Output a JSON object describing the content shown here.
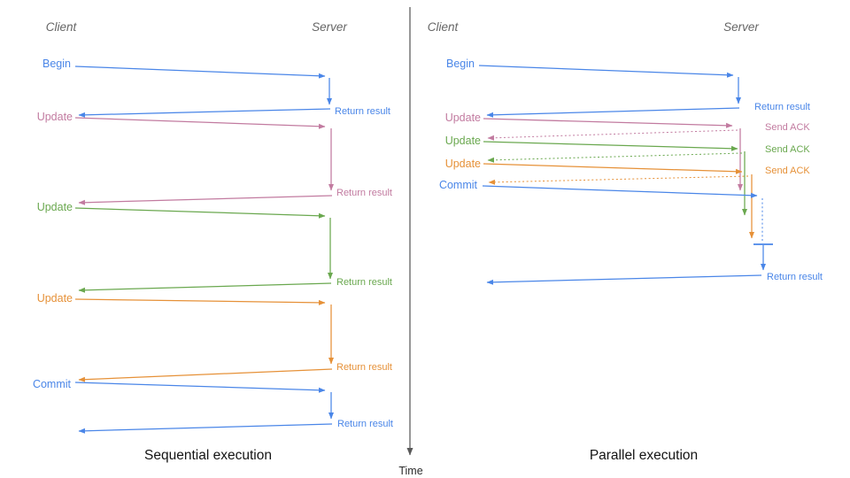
{
  "diagram": {
    "time_axis_label": "Time",
    "colors": {
      "blue": "#4a86e8",
      "pink": "#c27ba0",
      "green": "#6aa84f",
      "orange": "#e69138",
      "axis": "#595959",
      "header_gray": "#666666",
      "caption_black": "#141414"
    },
    "left": {
      "caption": "Sequential execution",
      "client_header": "Client",
      "server_header": "Server",
      "messages": [
        {
          "label": "Begin",
          "color": "blue",
          "response": "Return result"
        },
        {
          "label": "Update",
          "color": "pink",
          "response": "Return result"
        },
        {
          "label": "Update",
          "color": "green",
          "response": "Return result"
        },
        {
          "label": "Update",
          "color": "orange",
          "response": "Return result"
        },
        {
          "label": "Commit",
          "color": "blue",
          "response": "Return result"
        }
      ]
    },
    "right": {
      "caption": "Parallel execution",
      "client_header": "Client",
      "server_header": "Server",
      "messages": [
        {
          "label": "Begin",
          "color": "blue",
          "response": "Return result"
        },
        {
          "label": "Update",
          "color": "pink",
          "response": "Send ACK"
        },
        {
          "label": "Update",
          "color": "green",
          "response": "Send ACK"
        },
        {
          "label": "Update",
          "color": "orange",
          "response": "Send ACK"
        },
        {
          "label": "Commit",
          "color": "blue",
          "response": "Return result"
        }
      ]
    }
  }
}
